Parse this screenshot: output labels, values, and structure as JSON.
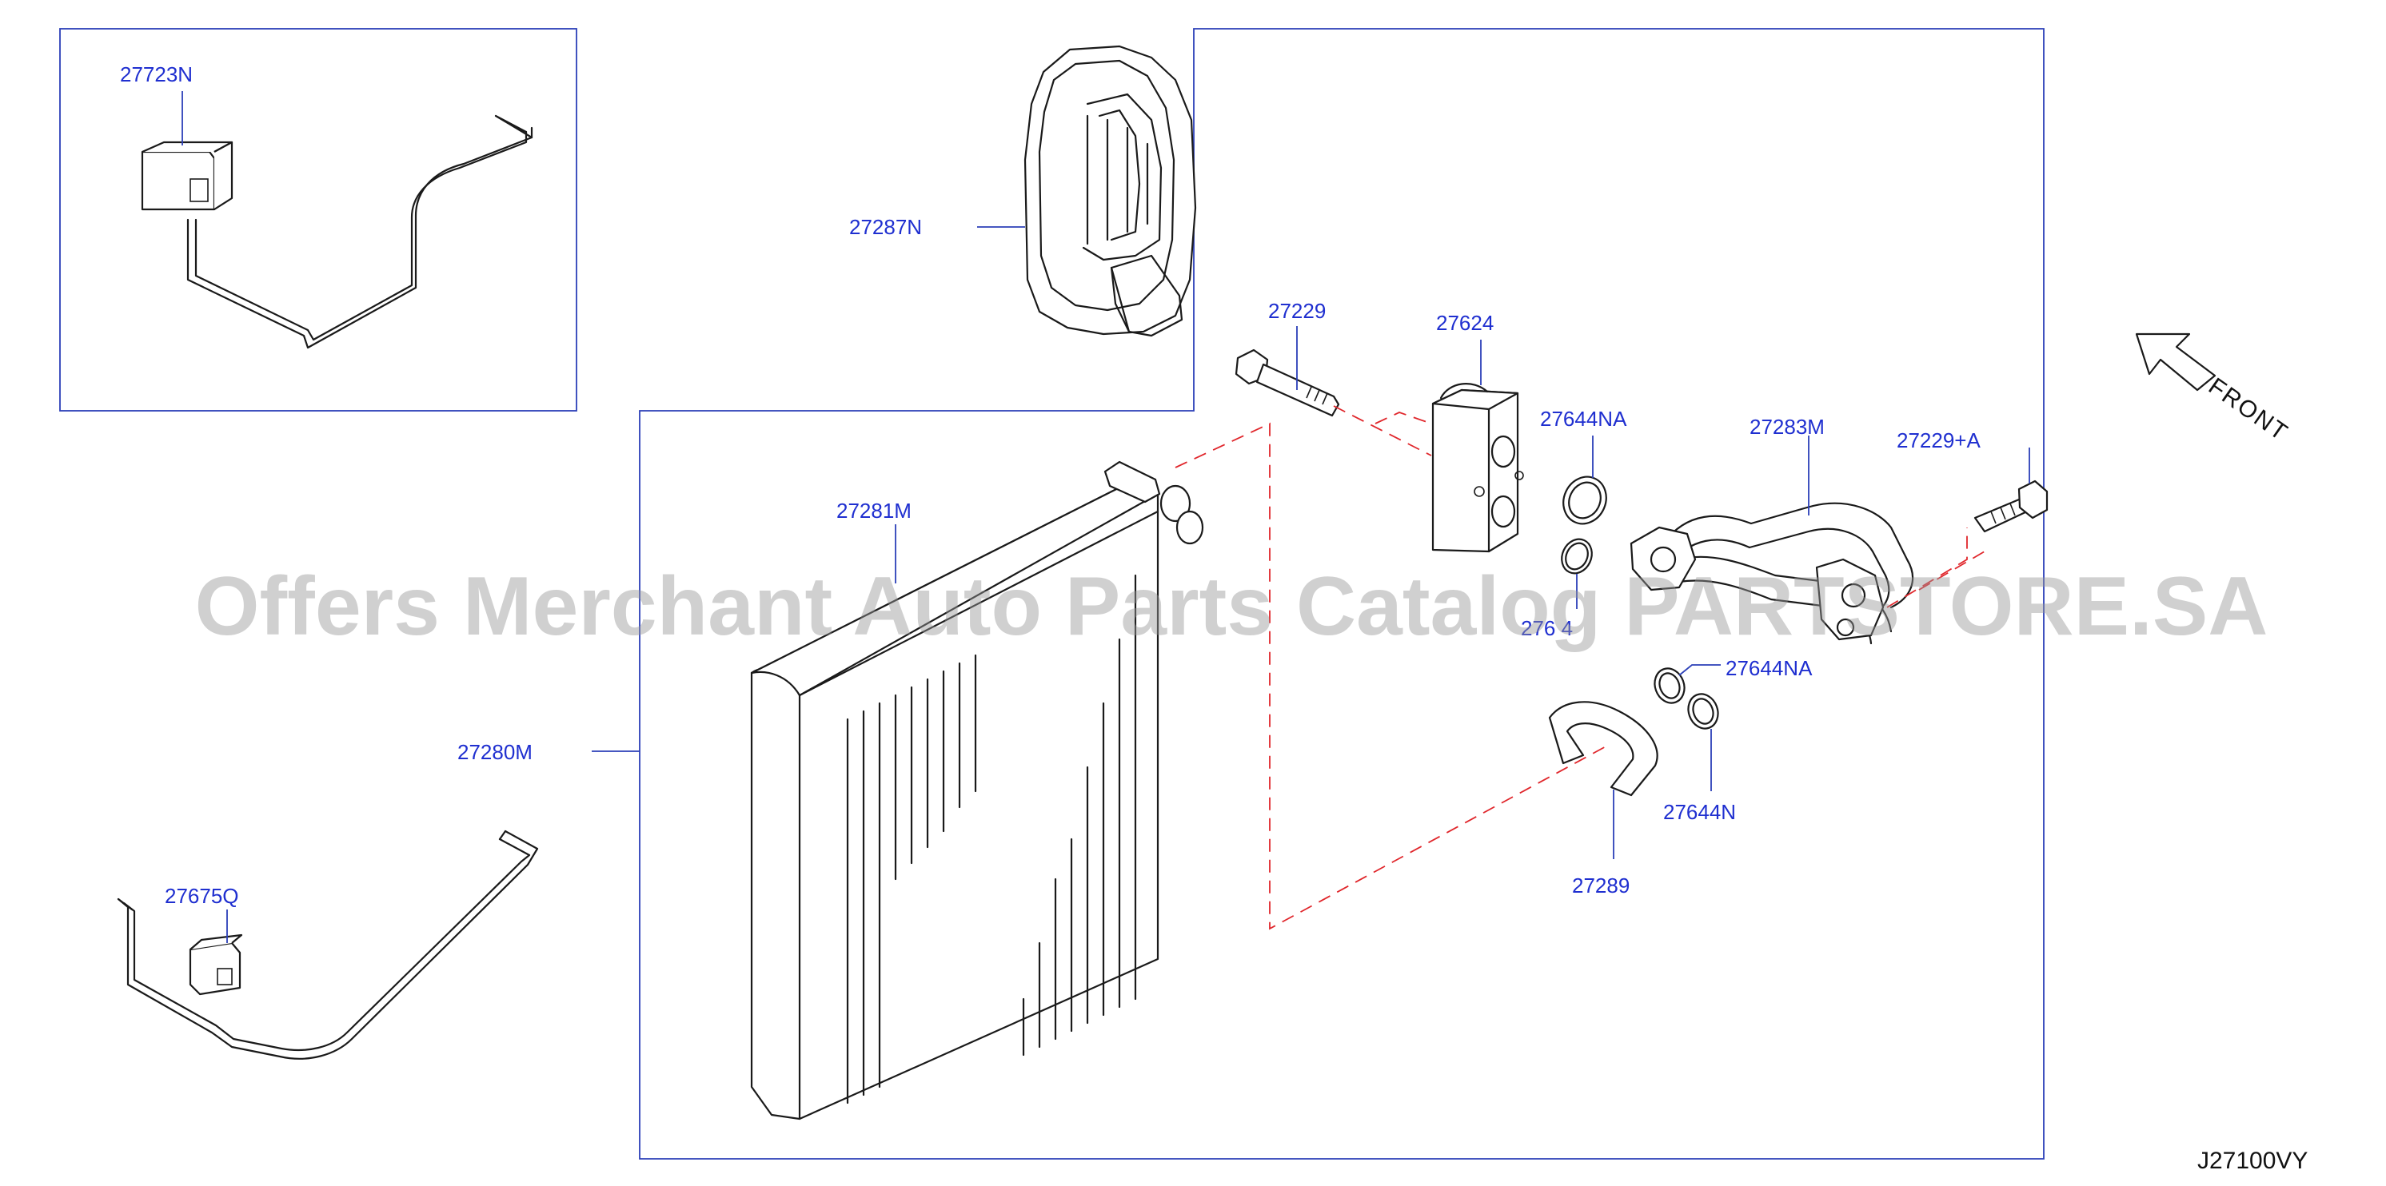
{
  "parts": {
    "p27723N": "27723N",
    "p27287N": "27287N",
    "p27229": "27229",
    "p27624": "27624",
    "p27644NA_top": "27644NA",
    "p27283M": "27283M",
    "p27229A": "27229+A",
    "p27281M": "27281M",
    "p27280M": "27280M",
    "p27644NA_mid": "27644NA",
    "p27644N": "27644N",
    "p27289": "27289",
    "p27675Q": "27675Q",
    "p2764_partial": "276 4"
  },
  "front_label": "FRONT",
  "diagram_code": "J27100VY",
  "watermark": "Offers Merchant Auto Parts Catalog PARTSTORE.SA",
  "colors": {
    "label_blue": "#1f2fd0",
    "frame_blue": "#2b3fb8",
    "dash_red": "#e0262b",
    "line_black": "#1a1a1a"
  }
}
